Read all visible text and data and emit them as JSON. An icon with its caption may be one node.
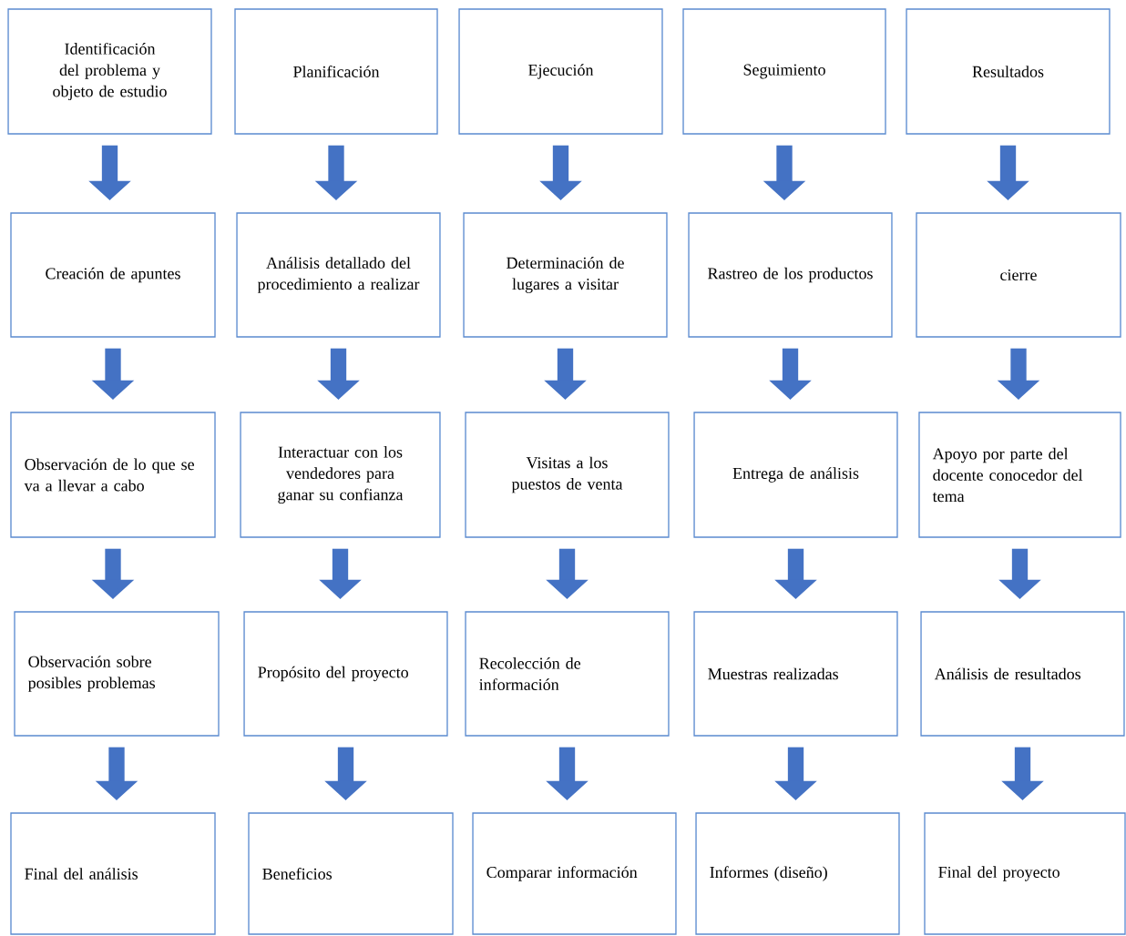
{
  "diagram": {
    "nodes": [
      {
        "text": [
          "Identificación del problema y objeto de estudio"
        ]
      },
      {
        "text": [
          "Planificación"
        ]
      },
      {
        "text": [
          "Ejecución"
        ]
      },
      {
        "text": [
          "Seguimiento"
        ]
      },
      {
        "text": [
          "Resultados"
        ]
      },
      {
        "text": [
          "Creación de apuntes"
        ]
      },
      {
        "text": [
          "Análisis detallado del procedimiento a realizar"
        ]
      },
      {
        "text": [
          "Determinación de lugares a visitar"
        ]
      },
      {
        "text": [
          "Rastreo de los productos"
        ]
      },
      {
        "text": [
          "cierre"
        ]
      },
      {
        "text": [
          "Observación de lo que se va a llevar a cabo"
        ]
      },
      {
        "text": [
          "Interactuar con los vendedores para ganar su confianza"
        ]
      },
      {
        "text": [
          "Visitas a los puestos de venta"
        ]
      },
      {
        "text": [
          "Entrega de análisis"
        ]
      },
      {
        "text": [
          "Apoyo por parte del docente conocedor del tema"
        ]
      },
      {
        "text": [
          "Observación sobre posibles problemas"
        ]
      },
      {
        "text": [
          "Propósito del proyecto"
        ]
      },
      {
        "text": [
          "Recolección de información"
        ]
      },
      {
        "text": [
          "Muestras realizadas"
        ]
      },
      {
        "text": [
          "Análisis de resultados"
        ]
      },
      {
        "text": [
          "Final del análisis"
        ]
      },
      {
        "text": [
          "Beneficios"
        ]
      },
      {
        "text": [
          "Comparar información"
        ]
      },
      {
        "text": [
          "Informes (diseño)"
        ]
      },
      {
        "text": [
          "Final del proyecto"
        ]
      }
    ],
    "edges": [
      {
        "from": 0,
        "to": 5,
        "arrow": "to"
      },
      {
        "from": 1,
        "to": 6,
        "arrow": "to"
      },
      {
        "from": 2,
        "to": 7,
        "arrow": "to"
      },
      {
        "from": 3,
        "to": 8,
        "arrow": "to"
      },
      {
        "from": 4,
        "to": 9,
        "arrow": "to"
      },
      {
        "from": 5,
        "to": 10,
        "arrow": "to"
      },
      {
        "from": 6,
        "to": 11,
        "arrow": "to"
      },
      {
        "from": 7,
        "to": 12,
        "arrow": "to"
      },
      {
        "from": 8,
        "to": 13,
        "arrow": "to"
      },
      {
        "from": 9,
        "to": 14,
        "arrow": "to"
      },
      {
        "from": 10,
        "to": 15,
        "arrow": "to"
      },
      {
        "from": 11,
        "to": 16,
        "arrow": "to"
      },
      {
        "from": 12,
        "to": 17,
        "arrow": "to"
      },
      {
        "from": 13,
        "to": 18,
        "arrow": "to"
      },
      {
        "from": 14,
        "to": 19,
        "arrow": "to"
      },
      {
        "from": 15,
        "to": 20,
        "arrow": "to"
      },
      {
        "from": 16,
        "to": 21,
        "arrow": "to"
      },
      {
        "from": 17,
        "to": 22,
        "arrow": "to"
      },
      {
        "from": 18,
        "to": 23,
        "arrow": "to"
      },
      {
        "from": 19,
        "to": 24,
        "arrow": "to"
      }
    ]
  }
}
